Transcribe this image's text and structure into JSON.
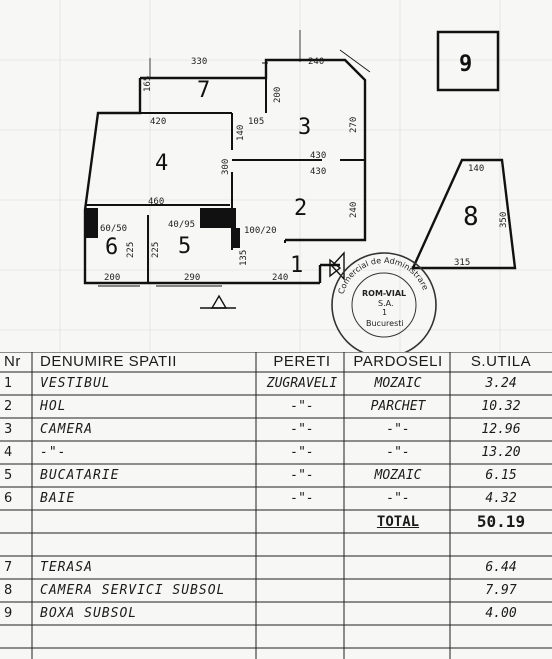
{
  "plan": {
    "sheet_number": "9",
    "rooms": [
      {
        "id": "1",
        "label": "1"
      },
      {
        "id": "2",
        "label": "2"
      },
      {
        "id": "3",
        "label": "3"
      },
      {
        "id": "4",
        "label": "4"
      },
      {
        "id": "5",
        "label": "5"
      },
      {
        "id": "6",
        "label": "6"
      },
      {
        "id": "7",
        "label": "7"
      },
      {
        "id": "8",
        "label": "8"
      }
    ],
    "dimensions": {
      "d330": "330",
      "d240a": "240",
      "d165": "165",
      "d420": "420",
      "d105": "105",
      "d200a": "200",
      "d270": "270",
      "d140a": "140",
      "d300": "300",
      "d430a": "430",
      "d430b": "430",
      "d460": "460",
      "d240b": "240",
      "d6050": "60/50",
      "d4095": "40/95",
      "d10020": "100/20",
      "d225a": "225",
      "d225b": "225",
      "d135": "135",
      "d200b": "200",
      "d290": "290",
      "d240c": "240",
      "d140b": "140",
      "d350": "350",
      "d315": "315"
    },
    "stamp": {
      "ring_text": "Comercial de Administrare",
      "line1": "ROM-VIAL",
      "line2": "S.A.",
      "line3": "1",
      "line4": "Bucuresti"
    }
  },
  "table": {
    "headers": {
      "nr": "Nr",
      "name": "DENUMIRE SPATII",
      "walls": "PERETI",
      "floor": "PARDOSELI",
      "area": "S.UTILA"
    },
    "rows": [
      {
        "nr": "1",
        "name": "VESTIBUL",
        "walls": "ZUGRAVELI",
        "floor": "MOZAIC",
        "area": "3.24"
      },
      {
        "nr": "2",
        "name": "HOL",
        "walls": "-\"-",
        "floor": "PARCHET",
        "area": "10.32"
      },
      {
        "nr": "3",
        "name": "CAMERA",
        "walls": "-\"-",
        "floor": "-\"-",
        "area": "12.96"
      },
      {
        "nr": "4",
        "name": "-\"-",
        "walls": "-\"-",
        "floor": "-\"-",
        "area": "13.20"
      },
      {
        "nr": "5",
        "name": "BUCATARIE",
        "walls": "-\"-",
        "floor": "MOZAIC",
        "area": "6.15"
      },
      {
        "nr": "6",
        "name": "BAIE",
        "walls": "-\"-",
        "floor": "-\"-",
        "area": "4.32"
      }
    ],
    "total": {
      "label": "TOTAL",
      "value": "50.19"
    },
    "extra_rows": [
      {
        "nr": "7",
        "name": "TERASA",
        "area": "6.44"
      },
      {
        "nr": "8",
        "name": "CAMERA SERVICI SUBSOL",
        "area": "7.97"
      },
      {
        "nr": "9",
        "name": "BOXA SUBSOL",
        "area": "4.00"
      }
    ]
  }
}
